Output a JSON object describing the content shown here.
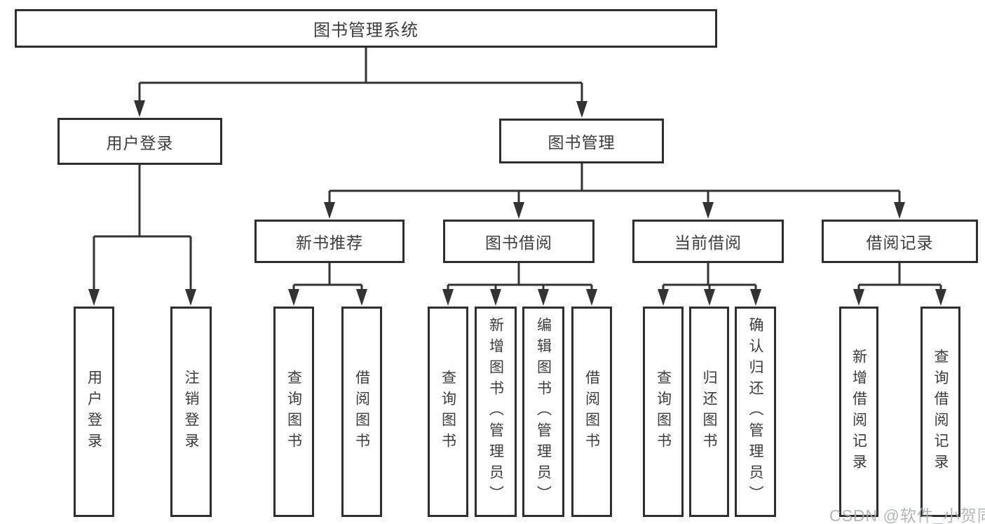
{
  "colors": {
    "line": "#333333",
    "box_border": "#2e2e2e",
    "text": "#3c3c3c",
    "watermark": "#a9adb5",
    "background": "#ffffff"
  },
  "diagram": {
    "root": {
      "label": "图书管理系统",
      "children": {
        "user_login": {
          "label": "用户登录",
          "children": {
            "login": {
              "label": "用户登录"
            },
            "logout": {
              "label": "注销登录"
            }
          }
        },
        "book_mgmt": {
          "label": "图书管理",
          "children": {
            "new_book_rec": {
              "label": "新书推荐",
              "children": {
                "query": {
                  "label": "查询图书"
                },
                "borrow": {
                  "label": "借阅图书"
                }
              }
            },
            "book_borrow": {
              "label": "图书借阅",
              "children": {
                "query": {
                  "label": "查询图书"
                },
                "add": {
                  "label": "新增图书（管理员）"
                },
                "edit": {
                  "label": "编辑图书（管理员）"
                },
                "borrow": {
                  "label": "借阅图书"
                }
              }
            },
            "current_borrow": {
              "label": "当前借阅",
              "children": {
                "query": {
                  "label": "查询图书"
                },
                "return": {
                  "label": "归还图书"
                },
                "confirm": {
                  "label": "确认归还（管理员）"
                }
              }
            },
            "borrow_record": {
              "label": "借阅记录",
              "children": {
                "add": {
                  "label": "新增借阅记录"
                },
                "query": {
                  "label": "查询借阅记录"
                }
              }
            }
          }
        }
      }
    }
  },
  "watermark": {
    "text": "CSDN @软件_小贺同学"
  }
}
